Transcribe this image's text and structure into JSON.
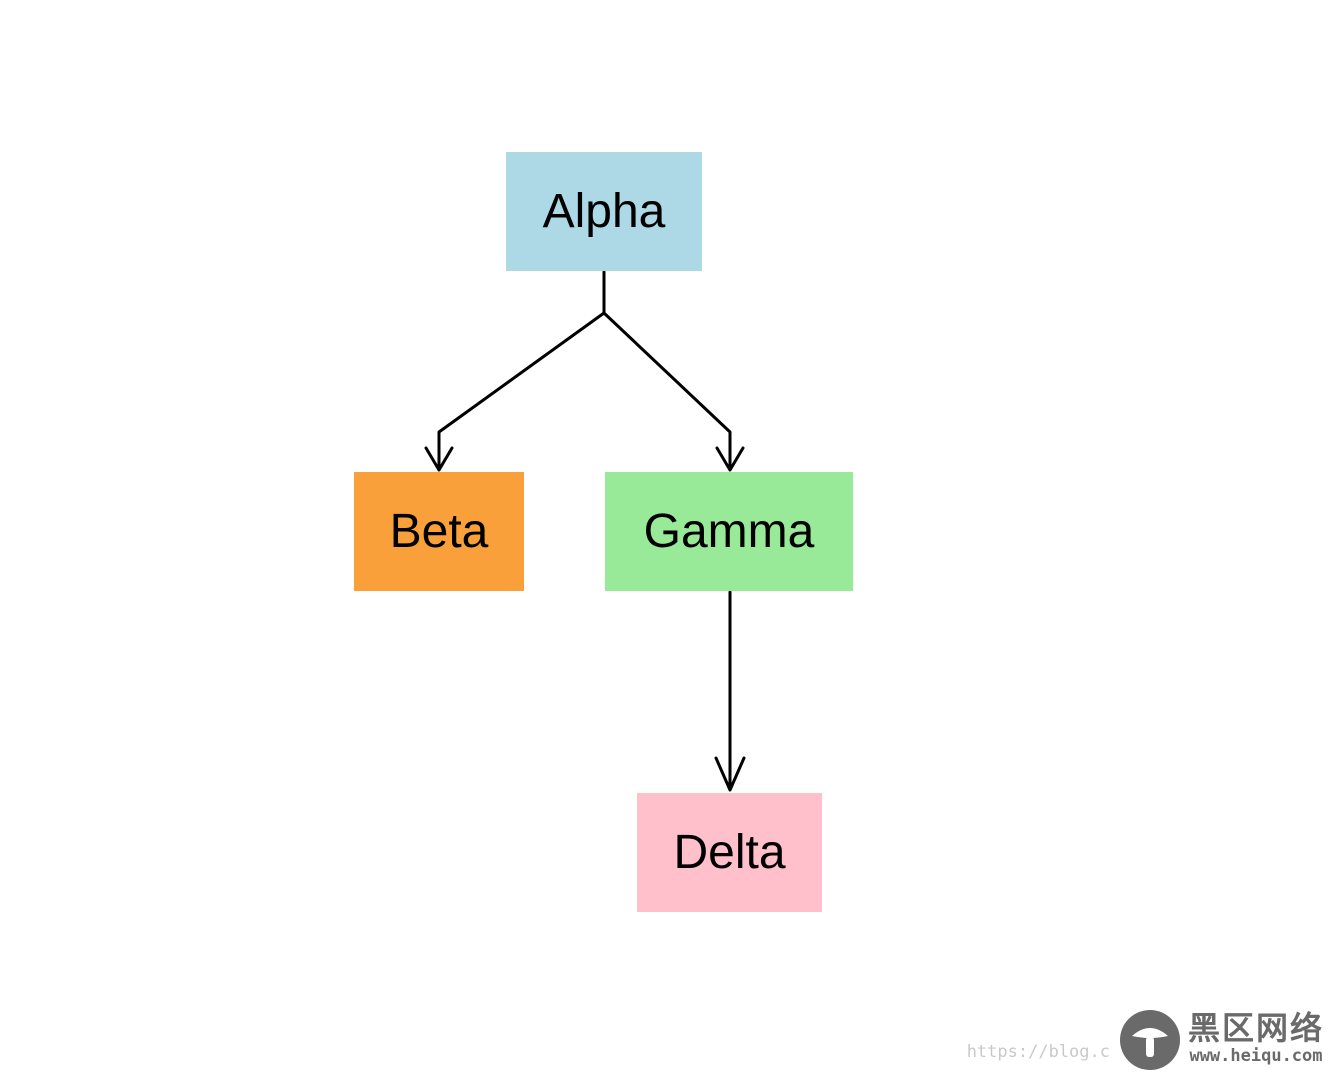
{
  "diagram": {
    "nodes": [
      {
        "id": "alpha",
        "label": "Alpha",
        "color": "#add8e6"
      },
      {
        "id": "beta",
        "label": "Beta",
        "color": "#f9a03a"
      },
      {
        "id": "gamma",
        "label": "Gamma",
        "color": "#98e998"
      },
      {
        "id": "delta",
        "label": "Delta",
        "color": "#ffc0cb"
      }
    ],
    "edges": [
      {
        "from": "alpha",
        "to": "beta"
      },
      {
        "from": "alpha",
        "to": "gamma"
      },
      {
        "from": "gamma",
        "to": "delta"
      }
    ],
    "edge_color": "#000000"
  },
  "watermark": {
    "url_text": "https://blog.c",
    "brand_cn": "黑区网络",
    "brand_domain": "www.heiqu.com",
    "logo_color": "#6a6a6a"
  }
}
